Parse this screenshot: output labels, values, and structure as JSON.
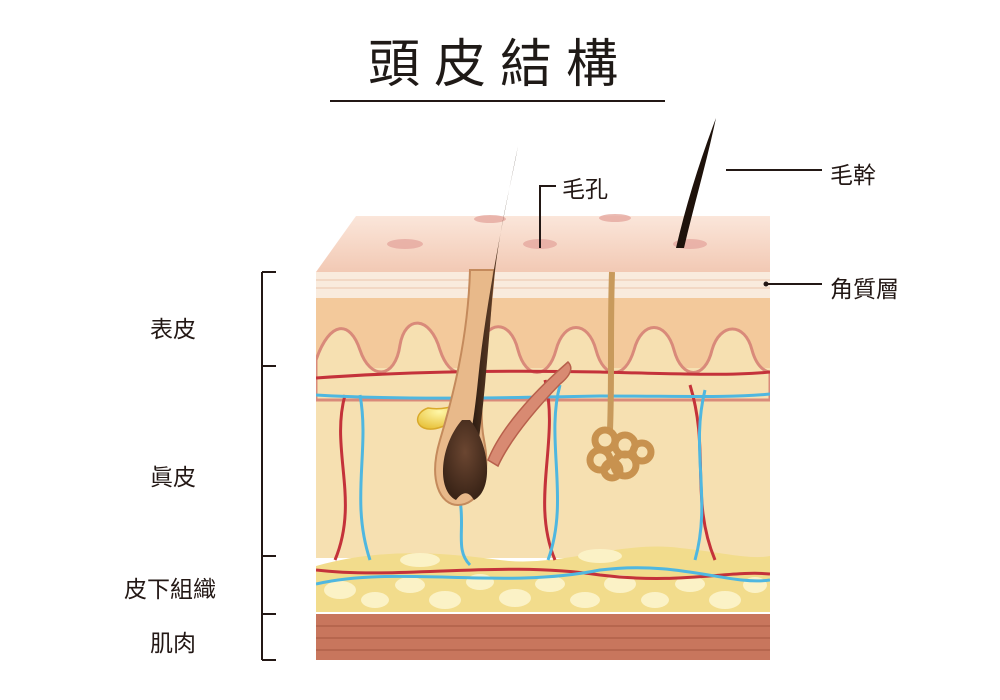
{
  "title": "頭皮結構",
  "labels": {
    "pore": "毛孔",
    "hair_shaft": "毛幹",
    "stratum_corneum": "角質層",
    "epidermis": "表皮",
    "dermis": "眞皮",
    "subcutaneous": "皮下組織",
    "muscle": "肌肉"
  },
  "colors": {
    "skin_top": "#f7d9c9",
    "stratum": "#f8e6d6",
    "epidermis": "#f3c89a",
    "dermis": "#f6dfb0",
    "fat": "#f4e29a",
    "fat_cell": "#fbf2c2",
    "muscle": "#c9735a",
    "hair": "#3a2417",
    "artery": "#c4323a",
    "vein": "#4fb7e0",
    "line": "#231815"
  }
}
